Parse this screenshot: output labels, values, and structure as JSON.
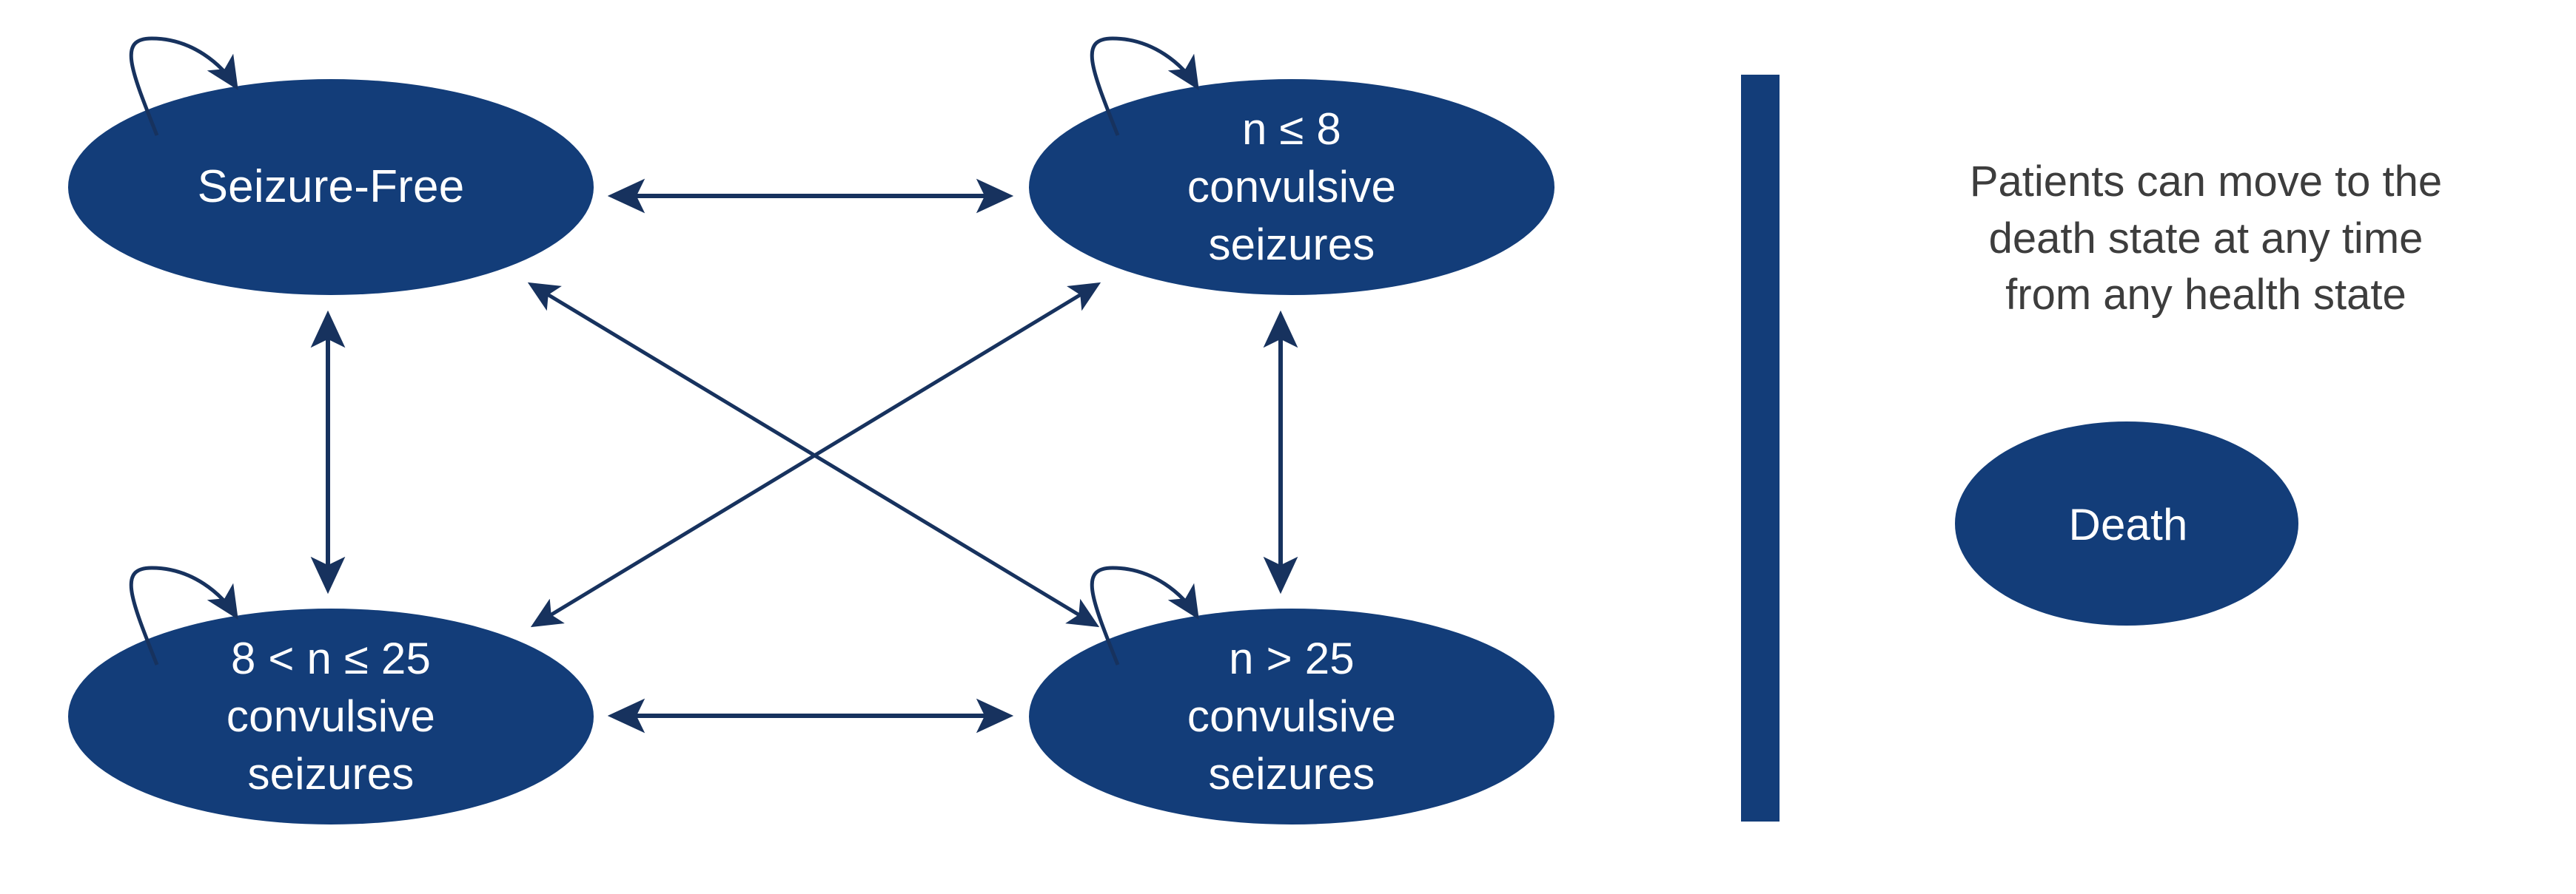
{
  "diagram": {
    "type": "markov-state-transition",
    "accent_color": "#133d79",
    "edge_color": "#17325e",
    "note_text_color": "#3d3d3d",
    "background_color": "#ffffff",
    "states": [
      {
        "id": "seizure-free",
        "lines": [
          "Seizure-Free"
        ],
        "has_self_loop": true
      },
      {
        "id": "n-le-8",
        "lines": [
          "n ≤ 8",
          "convulsive",
          "seizures"
        ],
        "has_self_loop": true
      },
      {
        "id": "8-lt-n-le-25",
        "lines": [
          "8 < n ≤ 25",
          "convulsive",
          "seizures"
        ],
        "has_self_loop": true
      },
      {
        "id": "n-gt-25",
        "lines": [
          "n > 25",
          "convulsive",
          "seizures"
        ],
        "has_self_loop": true
      },
      {
        "id": "death",
        "lines": [
          "Death"
        ],
        "has_self_loop": false
      }
    ],
    "transitions": [
      {
        "from": "seizure-free",
        "to": "n-le-8",
        "bidirectional": true
      },
      {
        "from": "seizure-free",
        "to": "8-lt-n-le-25",
        "bidirectional": true
      },
      {
        "from": "seizure-free",
        "to": "n-gt-25",
        "bidirectional": true
      },
      {
        "from": "n-le-8",
        "to": "n-gt-25",
        "bidirectional": true
      },
      {
        "from": "n-le-8",
        "to": "8-lt-n-le-25",
        "bidirectional": true
      },
      {
        "from": "8-lt-n-le-25",
        "to": "n-gt-25",
        "bidirectional": true
      }
    ],
    "note": {
      "lines": [
        "Patients can move to the",
        "death state at any time",
        "from any health state"
      ]
    }
  }
}
